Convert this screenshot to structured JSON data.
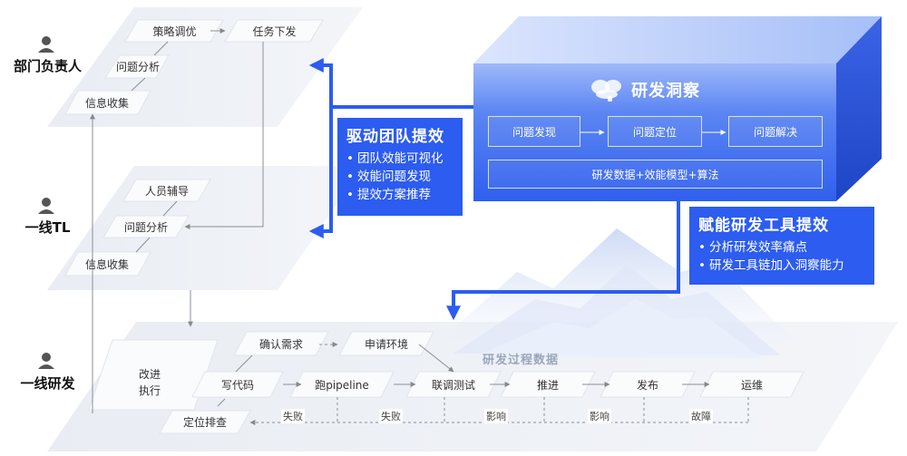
{
  "roles": {
    "manager": "部门负责人",
    "tl": "一线TL",
    "dev": "一线研发"
  },
  "manager_layer": {
    "strategy": "策略调优",
    "task": "任务下发",
    "analysis": "问题分析",
    "collect": "信息收集"
  },
  "tl_layer": {
    "staffing": "人员辅导",
    "analysis": "问题分析",
    "collect": "信息收集"
  },
  "dev_layer": {
    "improve": [
      "改进",
      "执行"
    ],
    "confirm": "确认需求",
    "apply_env": "申请环境",
    "code": "写代码",
    "pipeline": "跑pipeline",
    "joint_test": "联调测试",
    "advance": "推进",
    "release": "发布",
    "ops": "运维",
    "locate": "定位排查",
    "process_data": "研发过程数据",
    "feedback": [
      "失败",
      "失败",
      "影响",
      "影响",
      "故障"
    ]
  },
  "insight": {
    "title": "研发洞察",
    "steps": [
      "问题发现",
      "问题定位",
      "问题解决"
    ],
    "base": "研发数据+效能模型+算法"
  },
  "drive_team": {
    "title": "驱动团队提效",
    "items": [
      "团队效能可视化",
      "效能问题发现",
      "提效方案推荐"
    ]
  },
  "empower_tools": {
    "title": "赋能研发工具提效",
    "items": [
      "分析研发效率痛点",
      "研发工具链加入洞察能力"
    ]
  },
  "colors": {
    "accent": "#2c5cf0",
    "layer": "#eef1f6",
    "box": "#f9fafc",
    "cube_front": "#3d6ef2",
    "cube_top": "#bcd0fb",
    "cube_side": "#2449c8"
  }
}
